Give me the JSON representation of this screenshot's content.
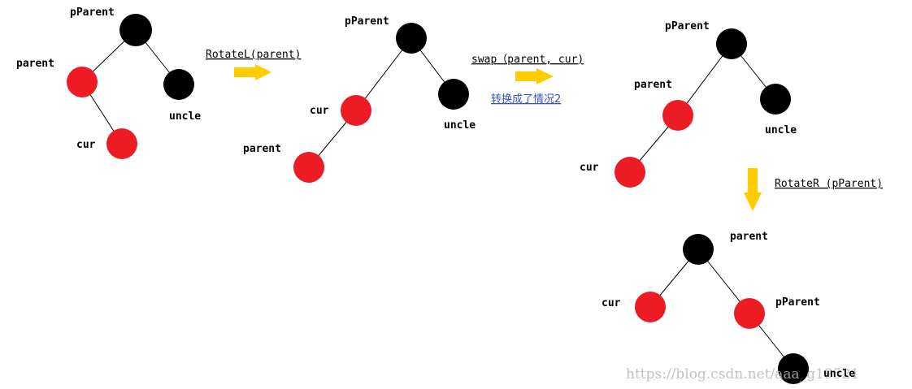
{
  "colors": {
    "red": "#ed1c24",
    "black": "#000000",
    "arrow": "#ffcc00",
    "note": "#3355cc",
    "watermark": "#b8b8b8"
  },
  "labels": {
    "d1_pparent": "pParent",
    "d1_parent": "parent",
    "d1_uncle": "uncle",
    "d1_cur": "cur",
    "d2_pparent": "pParent",
    "d2_cur": "cur",
    "d2_uncle": "uncle",
    "d2_parent": "parent",
    "d3_pparent": "pParent",
    "d3_parent": "parent",
    "d3_uncle": "uncle",
    "d3_cur": "cur",
    "d4_parent": "parent",
    "d4_cur": "cur",
    "d4_pparent": "pParent",
    "d4_uncle": "uncle"
  },
  "operations": {
    "rotate_left": "RotateL(parent)",
    "swap": "swap（parent, cur)",
    "swap_note": "转换成了情况2",
    "rotate_right": "RotateR (pParent)"
  },
  "watermark": "https://blog.csdn.net/aaa_g19521"
}
